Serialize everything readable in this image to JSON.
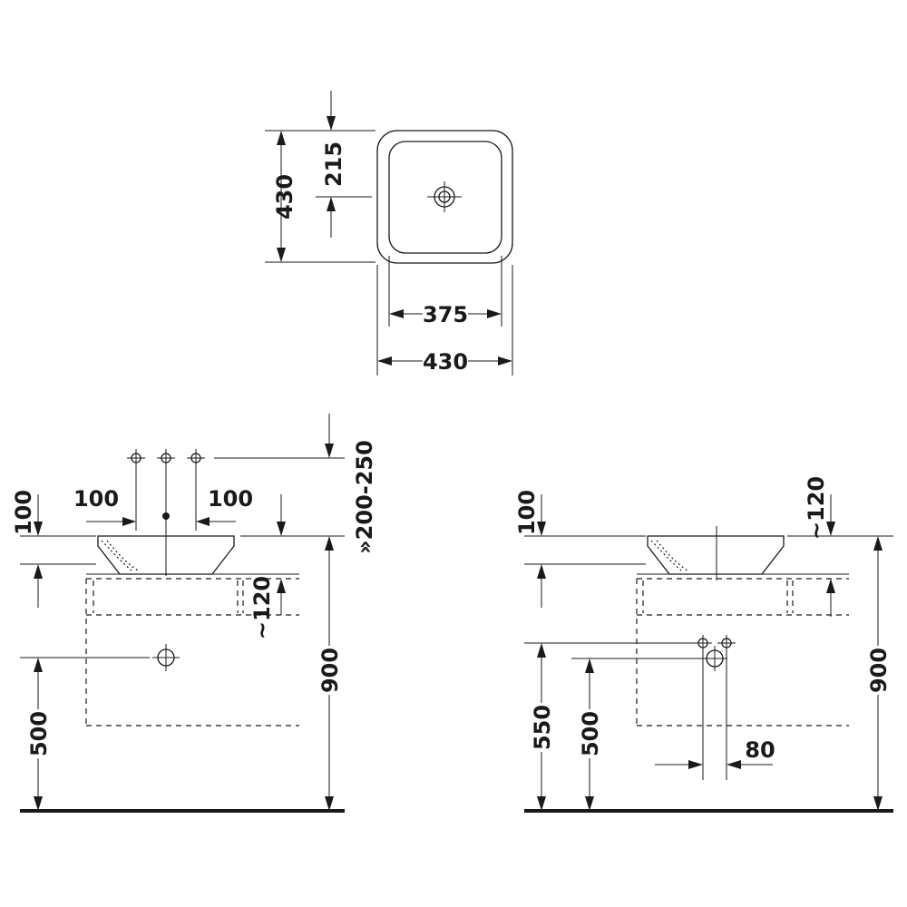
{
  "top_view": {
    "height_overall": "430",
    "drain_offset": "215",
    "inner_width": "375",
    "outer_width": "430"
  },
  "front_view_left": {
    "tap_spacing_left": "100",
    "tap_spacing_right": "100",
    "rim_offset": "100",
    "tap_height": "»200-250",
    "cabinet_height": "~120",
    "total_height": "900",
    "waste_height": "500"
  },
  "front_view_right": {
    "rim_offset": "100",
    "cabinet_height": "~120",
    "total_height": "900",
    "supply_height": "550",
    "waste_height": "500",
    "supply_spacing": "80"
  }
}
